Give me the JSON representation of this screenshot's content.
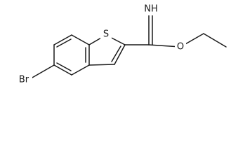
{
  "structure": {
    "atoms": {
      "sulfur": "S",
      "imine_nitrogen": "NH",
      "ester_oxygen": "O",
      "bromine": "Br"
    }
  },
  "colors": {
    "bond": "#1a1a1a",
    "background": "#ffffff"
  }
}
